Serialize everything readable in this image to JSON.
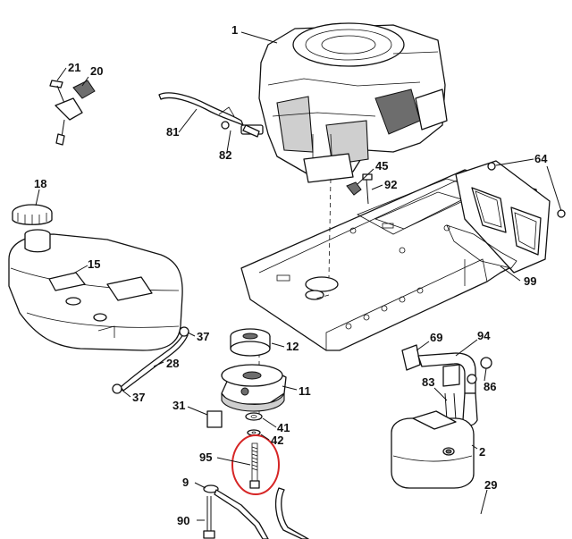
{
  "diagram": {
    "callouts": [
      {
        "id": "engine",
        "text": "1"
      },
      {
        "id": "bolt-21",
        "text": "21"
      },
      {
        "id": "cap-20",
        "text": "20"
      },
      {
        "id": "fuel-line-81",
        "text": "81"
      },
      {
        "id": "fitting-82",
        "text": "82"
      },
      {
        "id": "bolt-45",
        "text": "45"
      },
      {
        "id": "screw-92",
        "text": "92"
      },
      {
        "id": "bolt-64",
        "text": "64"
      },
      {
        "id": "gas-cap-18",
        "text": "18"
      },
      {
        "id": "fuel-tank-15",
        "text": "15"
      },
      {
        "id": "gasket-99",
        "text": "99"
      },
      {
        "id": "clamp-37a",
        "text": "37"
      },
      {
        "id": "pulley-12",
        "text": "12"
      },
      {
        "id": "hose-28",
        "text": "28"
      },
      {
        "id": "clutch-11",
        "text": "11"
      },
      {
        "id": "clamp-37b",
        "text": "37"
      },
      {
        "id": "spring-31",
        "text": "31"
      },
      {
        "id": "washer-41",
        "text": "41"
      },
      {
        "id": "washer-42",
        "text": "42"
      },
      {
        "id": "bolt-95",
        "text": "95"
      },
      {
        "id": "rod-9",
        "text": "9"
      },
      {
        "id": "bolt-90",
        "text": "90"
      },
      {
        "id": "gasket-69",
        "text": "69"
      },
      {
        "id": "pipe-94",
        "text": "94"
      },
      {
        "id": "nut-86",
        "text": "86"
      },
      {
        "id": "bolt-83",
        "text": "83"
      },
      {
        "id": "muffler-2",
        "text": "2"
      },
      {
        "id": "guard-29",
        "text": "29"
      }
    ]
  }
}
